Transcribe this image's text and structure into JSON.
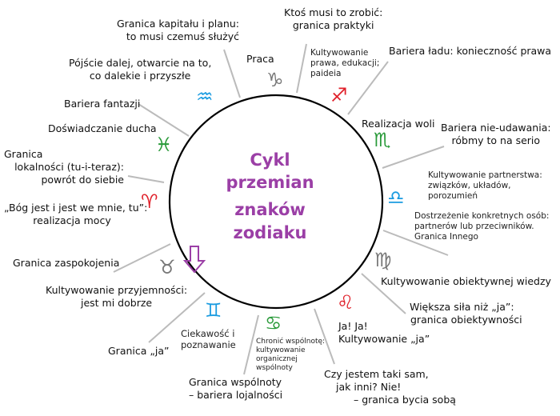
{
  "title": [
    "Cykl",
    "przemian",
    "znaków",
    "zodiaku"
  ],
  "colors": {
    "title": "#9b3fa6",
    "red": "#e0202a",
    "green": "#2a9a3a",
    "blue": "#1a9be0",
    "gray": "#777777"
  },
  "symbols": {
    "capricorn": "♑",
    "sagittarius": "♐",
    "scorpio": "♏",
    "libra": "♎",
    "virgo": "♍",
    "leo": "♌",
    "cancer": "♋",
    "gemini": "♊",
    "taurus": "♉",
    "aries": "♈",
    "pisces": "♓",
    "aquarius": "♒"
  },
  "labels": {
    "granica_kapitalu": [
      "Granica kapitału i planu:",
      "to musi czemuś służyć"
    ],
    "praca": "Praca",
    "ktos_musi": [
      "Ktoś musi to zrobić:",
      "granica praktyki"
    ],
    "kultywowanie_prawa": [
      "Kultywowanie",
      "prawa, edukacji;",
      "paideia"
    ],
    "bariera_ladu": "Bariera ładu: konieczność prawa",
    "pojscie_dalej": [
      "Pójście dalej, otwarcie na to,",
      "co dalekie i przyszłe"
    ],
    "bariera_fantazji": "Bariera fantazji",
    "doswiadczanie_ducha": "Doświadczanie ducha",
    "realizacja_woli": "Realizacja woli",
    "bariera_nie_udawania": [
      "Bariera nie-udawania:",
      "róbmy to na serio"
    ],
    "granica_lokalnosci": [
      "Granica",
      "lokalności (tu-i-teraz):",
      "powrót do siebie"
    ],
    "kultywowanie_partnerstwa": [
      "Kultywowanie partnerstwa:",
      "związków, układów,",
      "porozumień"
    ],
    "bog_jest": [
      "„Bóg jest i jest we mnie, tu”:",
      "realizacja mocy"
    ],
    "dostrzezenie": [
      "Dostrzeżenie konkretnych osób:",
      "partnerów lub przeciwników.",
      "Granica Innego"
    ],
    "granica_zaspokojenia": "Granica zaspokojenia",
    "kultywowanie_wiedzy": "Kultywowanie obiektywnej wiedzy",
    "kultywowanie_przyjemnosci": [
      "Kultywowanie przyjemności:",
      "jest mi dobrze"
    ],
    "wieksza_sila": [
      "Większa siła niż „ja”:",
      "granica obiektywności"
    ],
    "ciekawosc": [
      "Ciekawość i",
      "poznawanie"
    ],
    "ja_ja": [
      "Ja! Ja!",
      "Kultywowanie „ja”"
    ],
    "granica_ja": "Granica „ja”",
    "chronic": [
      "Chronić wspólnotę:",
      "kultywowanie",
      "organicznej",
      "wspólnoty"
    ],
    "granica_wspolnoty": [
      "Granica wspólnoty",
      "– bariera lojalności"
    ],
    "czy_jestem": [
      "Czy jestem taki sam,",
      "jak inni? Nie!",
      "– granica bycia sobą"
    ]
  }
}
